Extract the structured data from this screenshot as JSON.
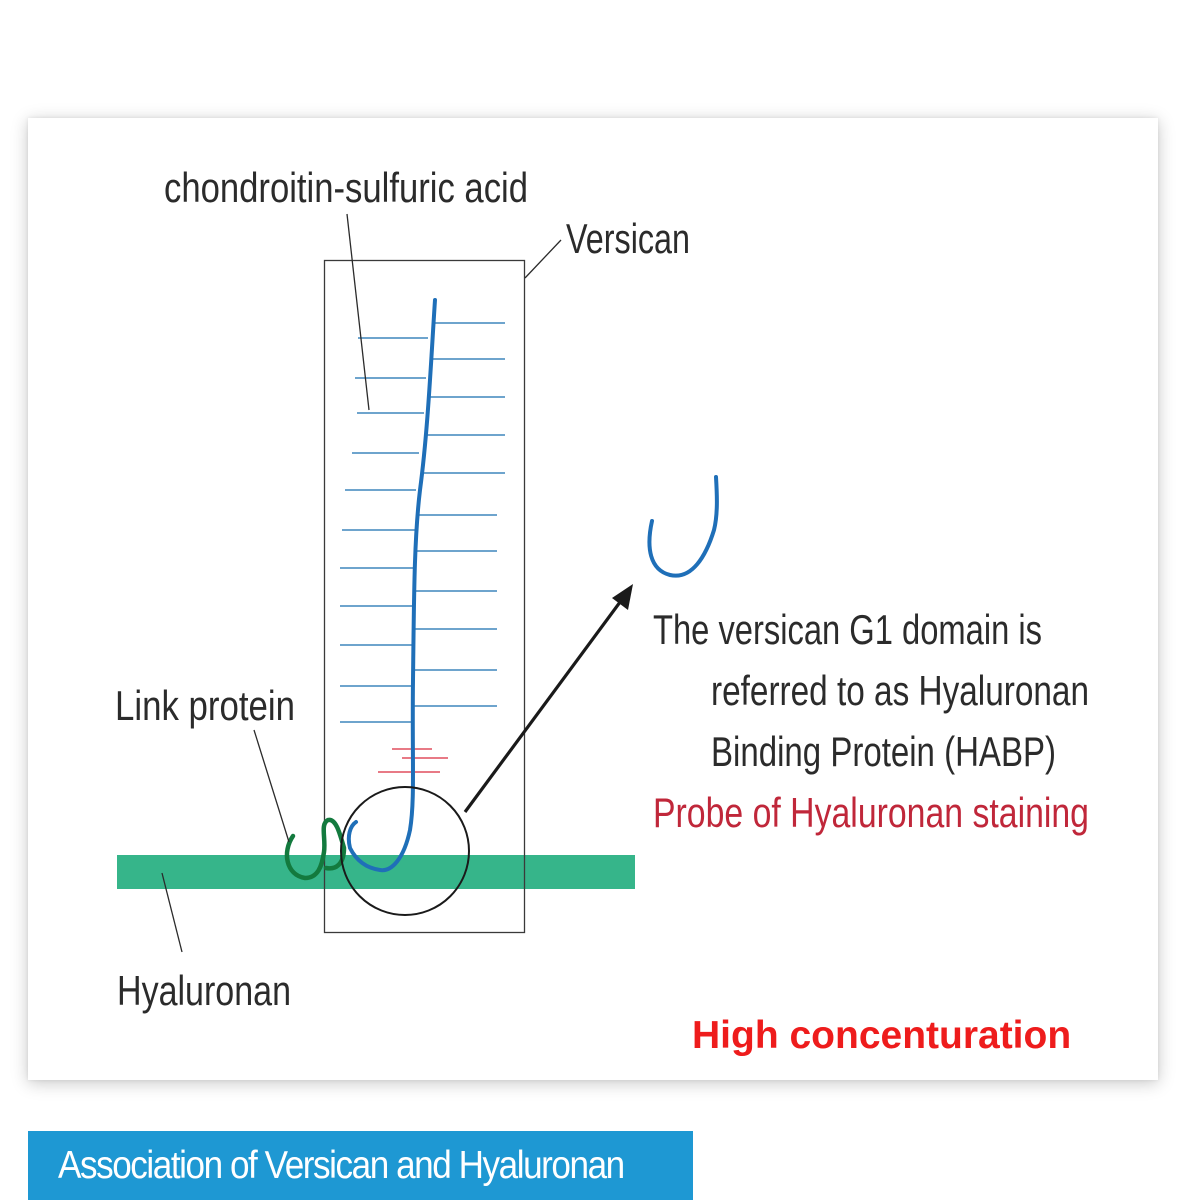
{
  "labels": {
    "chondroitin": "chondroitin-sulfuric acid",
    "versican": "Versican",
    "link_protein": "Link protein",
    "hyaluronan": "Hyaluronan",
    "g1_line1": "The versican G1 domain is",
    "g1_line2": "referred to as Hyaluronan",
    "g1_line3": "Binding Protein (HABP)",
    "probe": "Probe of Hyaluronan staining"
  },
  "annotation": {
    "high_concentration": "High concenturation"
  },
  "caption": {
    "title": "Association of Versican and Hyaluronan"
  },
  "colors": {
    "core_protein": "#1f6fb8",
    "side_chain": "#5a97c6",
    "hyaluronan_band": "#36b58a",
    "link_protein": "#137a3e",
    "red_ticks": "#e04f5f",
    "probe_text": "#c0273a",
    "annotation": "#ee1c1c",
    "caption_bar": "#1e98d3"
  },
  "icons": {
    "arrow": "arrow-up-right-icon",
    "domain_circle": "g1-domain-circle"
  }
}
